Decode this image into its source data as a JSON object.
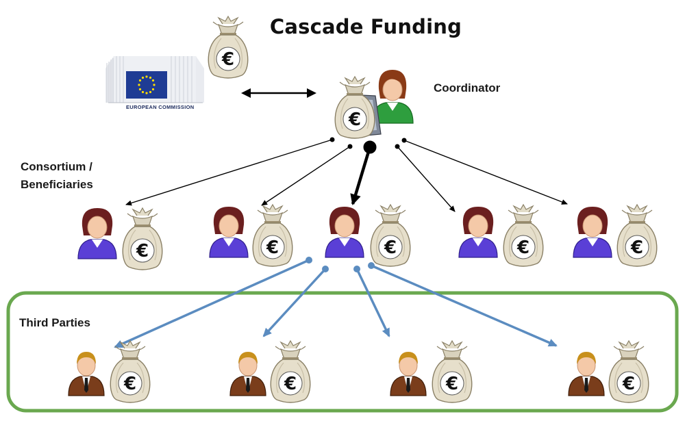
{
  "title": "Cascade Funding",
  "labels": {
    "coordinator": "Coordinator",
    "consortium_line1": "Consortium /",
    "consortium_line2": "Beneficiaries",
    "third_parties": "Third Parties"
  },
  "eu_logo_caption": "EUROPEAN COMMISSION",
  "money_bag_symbol": "€",
  "colors": {
    "third_party_frame": "#6aa84f",
    "blue_arrow": "#5b8cc0",
    "black_arrow": "#000000",
    "beneficiary_shirt": "#5a3fd6",
    "coordinator_shirt": "#2e9e3e",
    "third_party_suit": "#7a3d1b"
  },
  "icons": [
    "eu-building-icon",
    "money-bag-icon",
    "person-icon",
    "arrow-icon"
  ]
}
